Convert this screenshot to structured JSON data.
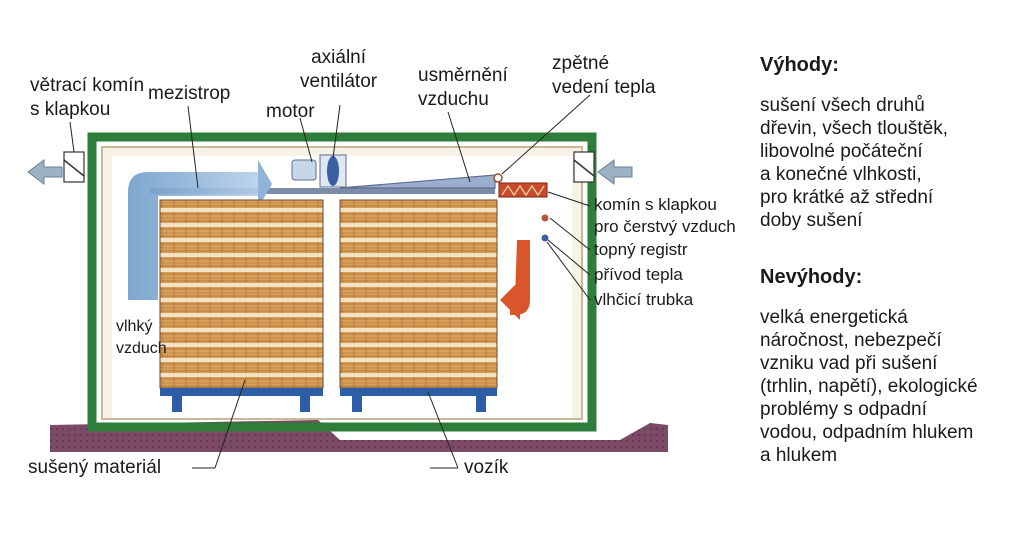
{
  "labels": {
    "chimney_outlet": "větrací komín\ns klapkou",
    "ceiling": "mezistrop",
    "fan": "axiální\nventilátor",
    "motor": "motor",
    "air_director": "usměrnění\nvzduchu",
    "heat_return": "zpětné\nvedení tepla",
    "fresh_air_chimney": "komín s klapkou\npro čerstvý vzduch",
    "heating_register": "topný registr",
    "heat_supply": "přívod tepla",
    "humidifier": "vlhčicí trubka",
    "humid_air": "vlhký\nvzduch",
    "dried_material": "sušený materiál",
    "cart": "vozík"
  },
  "advantages": {
    "heading": "Výhody:",
    "text": "sušení všech druhů\ndřevin, všech tlouštěk,\nlibovolné počáteční\na konečné vlhkosti,\npro krátké až střední\ndoby sušení"
  },
  "disadvantages": {
    "heading": "Nevýhody:",
    "text": "velká energetická\nnáročnost, nebezpečí\nvzniku vad při sušení\n(trhlin, napětí), ekologické\nproblémy s odpadní\nvodou, odpadním hlukem\na hlukem"
  },
  "colors": {
    "wall": "#2e7d3a",
    "floor": "#7a4a66",
    "wood": "#d9a05a",
    "air_blue": "#8fb4d8",
    "hot_air": "#d9552c"
  }
}
